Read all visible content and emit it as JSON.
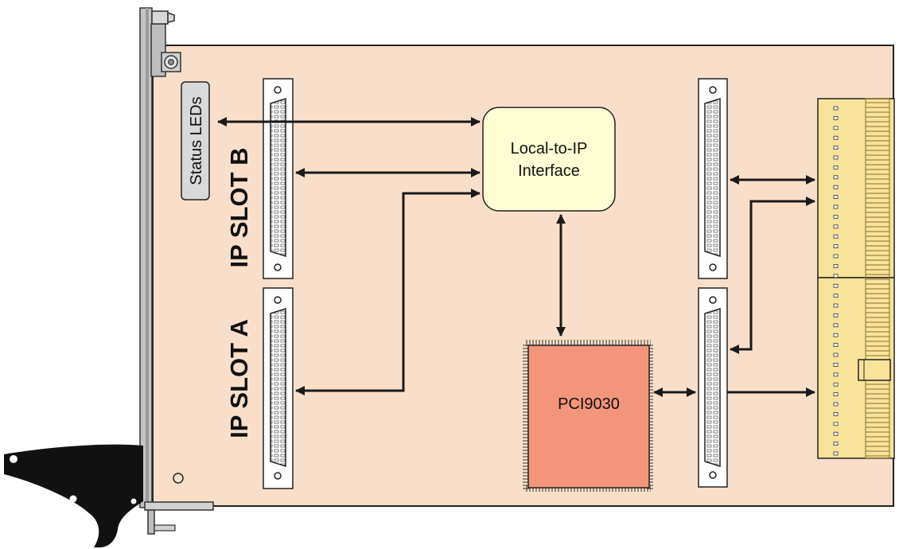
{
  "labels": {
    "status_leds": "Status LEDs",
    "ip_slot_b": "IP SLOT B",
    "ip_slot_a": "IP SLOT A",
    "interface_line1": "Local-to-IP",
    "interface_line2": "Interface",
    "chip": "PCI9030"
  },
  "colors": {
    "board": "#f9dfc9",
    "interface_box": "#fefdd3",
    "chip": "#f3957a",
    "connector": "#f9e39a",
    "bracket": "#bebebe",
    "arrow": "#1a1a1a"
  }
}
